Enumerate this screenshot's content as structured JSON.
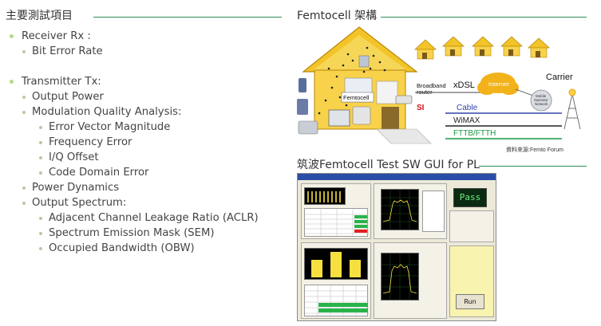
{
  "left": {
    "title": "主要測試項目",
    "items": [
      {
        "level": 1,
        "label": "Receiver Rx :"
      },
      {
        "level": 2,
        "label": "Bit Error Rate"
      },
      {
        "level": 1,
        "label": "Transmitter Tx:"
      },
      {
        "level": 2,
        "label": "Output Power"
      },
      {
        "level": 2,
        "label": "Modulation Quality Analysis:"
      },
      {
        "level": 3,
        "label": "Error Vector Magnitude"
      },
      {
        "level": 3,
        "label": "Frequency Error"
      },
      {
        "level": 3,
        "label": "I/Q Offset"
      },
      {
        "level": 3,
        "label": "Code Domain Error"
      },
      {
        "level": 2,
        "label": "Power Dynamics"
      },
      {
        "level": 2,
        "label": "Output Spectrum:"
      },
      {
        "level": 3,
        "label": "Adjacent Channel Leakage Ratio (ACLR)"
      },
      {
        "level": 3,
        "label": "Spectrum Emission Mask (SEM)"
      },
      {
        "level": 3,
        "label": "Occupied Bandwidth (OBW)"
      }
    ]
  },
  "right_top": {
    "title": "Femtocell 架構",
    "diagram": {
      "femtocell": "Femtocell",
      "broadband_router": "Broadband\nrouter",
      "xdsl": "xDSL",
      "internet": "Internet",
      "carrier": "Carrier",
      "mobile_operator": "Mobile\nOperator\nNetwork",
      "si": "SI",
      "cable": "Cable",
      "wimax": "WiMAX",
      "fttb": "FTTB/FTTH",
      "source": "資料來源:Femto Forum"
    },
    "colors": {
      "cable": "#3344a8",
      "wimax": "#222222",
      "fttb": "#1a9a44",
      "si": "#dd1111",
      "house": "#f2c428",
      "cloud": "#f2b21a"
    }
  },
  "right_bottom": {
    "title": "筑波Femtocell Test SW GUI for PL",
    "gui": {
      "pass": "Pass",
      "run": "Run"
    }
  },
  "accent": "#2e8b57"
}
